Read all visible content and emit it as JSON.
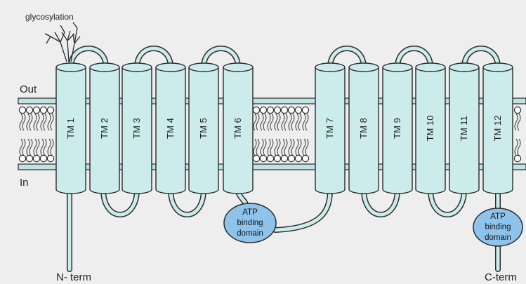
{
  "labels": {
    "glycosylation": "glycosylation",
    "out": "Out",
    "in": "In",
    "n_term": "N- term",
    "c_term": "C-term"
  },
  "helices": [
    "TM 1",
    "TM 2",
    "TM 3",
    "TM 4",
    "TM 5",
    "TM 6",
    "TM 7",
    "TM 8",
    "TM 9",
    "TM 10",
    "TM 11",
    "TM 12"
  ],
  "domains": [
    {
      "line1": "ATP",
      "line2": "binding",
      "line3": "domain"
    },
    {
      "line1": "ATP",
      "line2": "binding",
      "line3": "domain"
    }
  ],
  "colors": {
    "background": "#eeeeee",
    "helix_fill": "#ccecec",
    "membrane_band": "#bfe3e3",
    "domain_fill": "#8ec4ec",
    "outline": "#2a2a2a"
  }
}
